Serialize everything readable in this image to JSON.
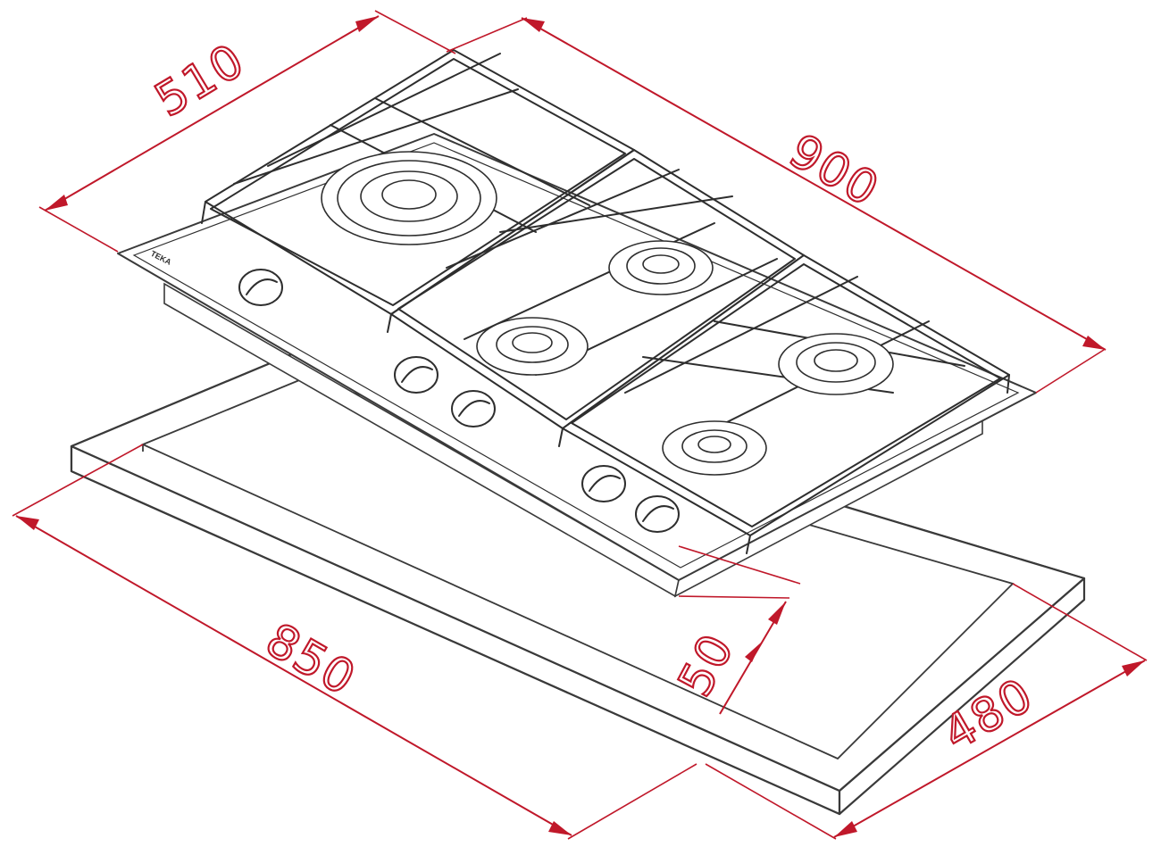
{
  "dimensions": {
    "width": "900",
    "depth": "510",
    "cutout_width": "850",
    "cutout_depth": "480",
    "height": "50"
  },
  "brand": "TEKA",
  "colors": {
    "dimension": "#c0182a",
    "outline": "#2e2e2e",
    "background": "#ffffff"
  }
}
